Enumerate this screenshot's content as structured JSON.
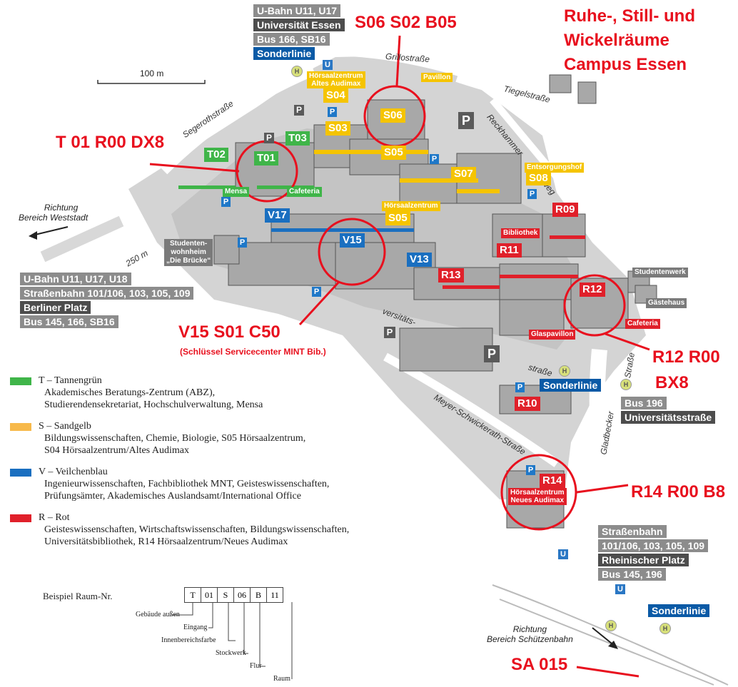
{
  "info_top": {
    "line1": "U-Bahn U11, U17",
    "line2": "Universität Essen",
    "line3": "Bus 166, SB16",
    "line4": "Sonderlinie"
  },
  "info_left": {
    "line1": "U-Bahn U11, U17, U18",
    "line2": "Straßenbahn 101/106, 103, 105, 109",
    "line3": "Berliner Platz",
    "line4": "Bus 145, 166, SB16"
  },
  "info_right_mid": {
    "line1": "Sonderlinie",
    "line2": "Bus 196",
    "line3": "Universitätsstraße"
  },
  "info_right_bottom": {
    "line1": "Straßenbahn",
    "line2": "101/106, 103, 105, 109",
    "line3": "Rheinischer Platz",
    "line4": "Bus 145, 196",
    "line5": "Sonderlinie"
  },
  "annotations": {
    "title_line1": "Ruhe-, Still- und",
    "title_line2": "Wickelräume",
    "title_line3": "Campus Essen",
    "s06": "S06 S02 B05",
    "t01": "T 01 R00 DX8",
    "v15": "V15 S01 C50",
    "v15_note": "(Schlüssel Servicecenter MINT Bib.)",
    "r12_line1": "R12 R00",
    "r12_line2": "BX8",
    "r14": "R14 R00 B8",
    "sa": "SA 015"
  },
  "scale": {
    "label": "100 m"
  },
  "directions": {
    "west_line1": "Richtung",
    "west_line2": "Bereich Weststadt",
    "south_line1": "Richtung",
    "south_line2": "Bereich Schützenbahn",
    "distance": "250 m"
  },
  "streets": {
    "grillo": "Grillostraße",
    "segeroth": "Segerothstraße",
    "tiegel": "Tiegelstraße",
    "reckhammer": "Reckhammer",
    "weg": "weg",
    "meyer": "Meyer-Schwickerath-Straße",
    "gladbecker": "Gladbecker",
    "strasse": "Straße",
    "versitaets": "versitäts-",
    "strasse2": "straße"
  },
  "buildings": {
    "t01": "T01",
    "t02": "T02",
    "t03": "T03",
    "s04": "S04",
    "s03": "S03",
    "s06": "S06",
    "s05a": "S05",
    "s05b": "S05",
    "s07": "S07",
    "s08": "S08",
    "v17": "V17",
    "v15": "V15",
    "v13": "V13",
    "r09": "R09",
    "r11": "R11",
    "r13": "R13",
    "r12": "R12",
    "r10": "R10",
    "r14": "R14"
  },
  "places": {
    "hoersaal_alt_1": "Hörsaalzentrum",
    "hoersaal_alt_2": "Altes Audimax",
    "pavillon": "Pavillon",
    "mensa": "Mensa",
    "cafeteria_t": "Cafeteria",
    "entsorgungshof": "Entsorgungshof",
    "hoersaal_s05": "Hörsaalzentrum",
    "bibliothek": "Bibliothek",
    "studentenwohnheim_1": "Studenten-",
    "studentenwohnheim_2": "wohnheim",
    "studentenwohnheim_3": "„Die Brücke“",
    "studentenwerk": "Studentenwerk",
    "gaestehaus": "Gästehaus",
    "glaspavillon": "Glaspavillon",
    "cafeteria_r": "Cafeteria",
    "hoersaal_neu_1": "Hörsaalzentrum",
    "hoersaal_neu_2": "Neues Audimax"
  },
  "legend": [
    {
      "title": "T – Tannengrün",
      "color": "#3fb549",
      "line1": "Akademisches Beratungs-Zentrum (ABZ),",
      "line2": "Studierendensekretariat, Hochschulverwaltung, Mensa"
    },
    {
      "title": "S – Sandgelb",
      "color": "#f7b94a",
      "line1": "Bildungswissenschaften, Chemie, Biologie, S05 Hörsaalzentrum,",
      "line2": "S04 Hörsaalzentrum/Altes Audimax"
    },
    {
      "title": "V – Veilchenblau",
      "color": "#1a6fc0",
      "line1": "Ingenieurwissenschaften, Fachbibliothek MNT, Geisteswissenschaften,",
      "line2": "Prüfungsämter, Akademisches Auslandsamt/International Office"
    },
    {
      "title": "R – Rot",
      "color": "#e0202a",
      "line1": "Geisteswissenschaften, Wirtschaftswissenschaften, Bildungswissenschaften,",
      "line2": "Universitätsbibliothek, R14 Hörsaalzentrum/Neues Audimax"
    }
  ],
  "room_example": {
    "label": "Beispiel Raum-Nr.",
    "cells": [
      "T",
      "01",
      "S",
      "06",
      "B",
      "11"
    ],
    "parts": [
      "Gebäude außen",
      "Eingang",
      "Innenbereichsfarbe",
      "Stockwerk",
      "Flur",
      "Raum"
    ]
  },
  "icons": {
    "parking": "P",
    "ubahn": "U",
    "bus": "H"
  },
  "colors": {
    "annotation_red": "#e8101e",
    "green": "#3fb549",
    "yellow": "#f5c400",
    "blue": "#1a6fc0",
    "red": "#e0202a"
  }
}
